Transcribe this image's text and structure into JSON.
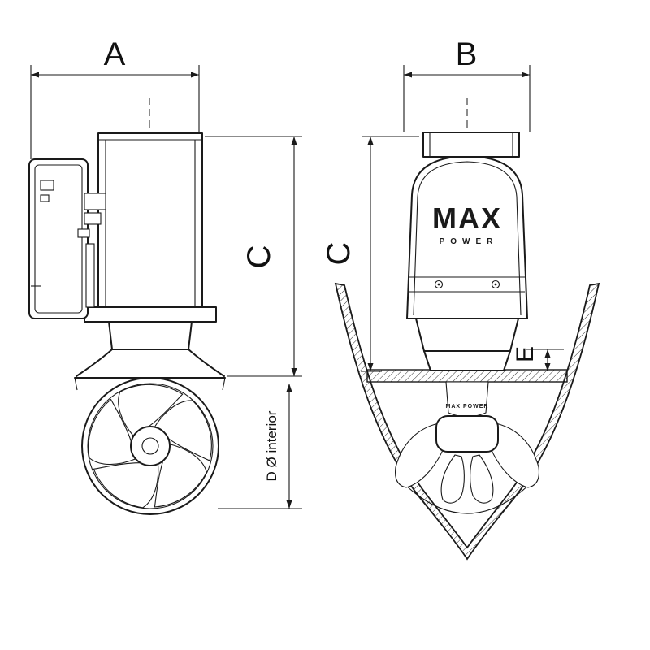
{
  "diagram": {
    "dimensions": {
      "a": "A",
      "b": "B",
      "c_left": "C",
      "c_right": "C",
      "d": "D Ø interior",
      "e": "E"
    },
    "brand": {
      "name": "MAX",
      "sub": "POWER",
      "small": "MAX POWER"
    }
  }
}
